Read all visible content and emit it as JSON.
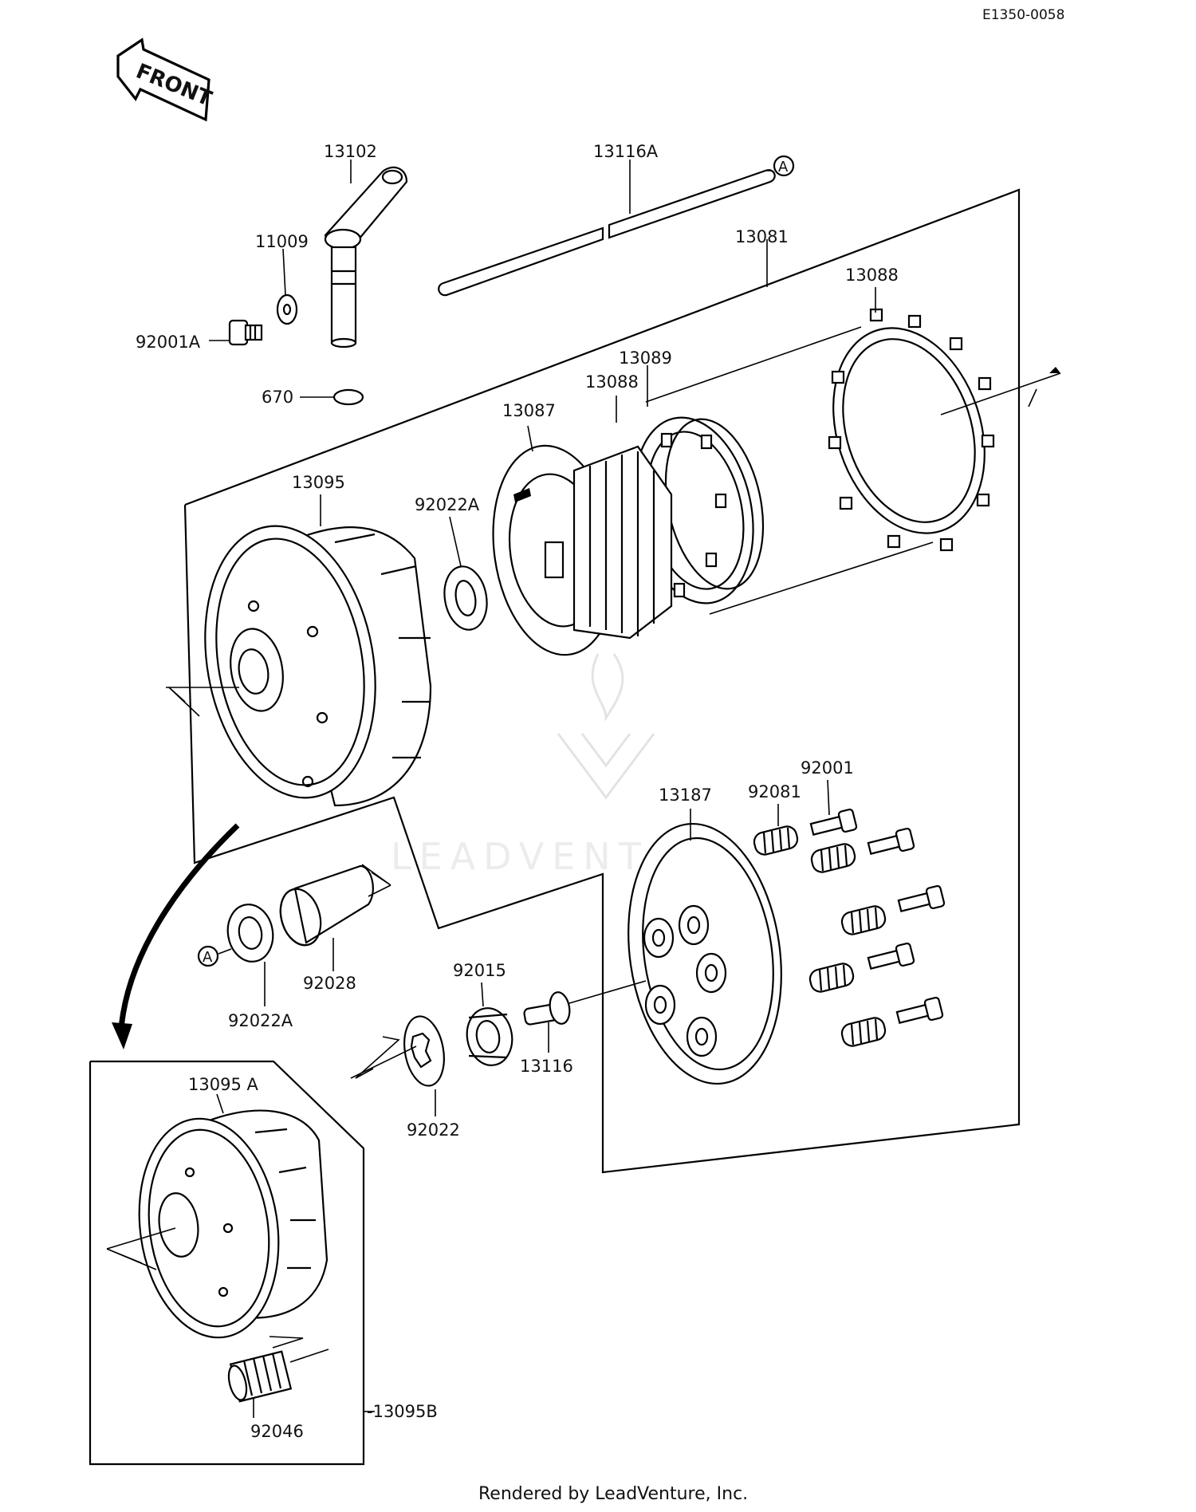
{
  "diagram_code": "E1350-0058",
  "front_label": "FRONT",
  "ref_marker": "A",
  "footer": "Rendered by LeadVenture, Inc.",
  "watermark": "LEADVENTURE",
  "parts": {
    "p13102": "13102",
    "p13116A": "13116A",
    "p11009": "11009",
    "p13081": "13081",
    "p13088_outer": "13088",
    "p92001A": "92001A",
    "p670": "670",
    "p13089": "13089",
    "p13088_inner": "13088",
    "p13087": "13087",
    "p13095": "13095",
    "p92022A_top": "92022A",
    "p13187": "13187",
    "p92001": "92001",
    "p92081": "92081",
    "p92028": "92028",
    "p92022A_bottom": "92022A",
    "p92015": "92015",
    "p13116": "13116",
    "p92022": "92022",
    "p13095A": "13095 A",
    "p13095B": "-13095B",
    "p92046": "92046"
  }
}
